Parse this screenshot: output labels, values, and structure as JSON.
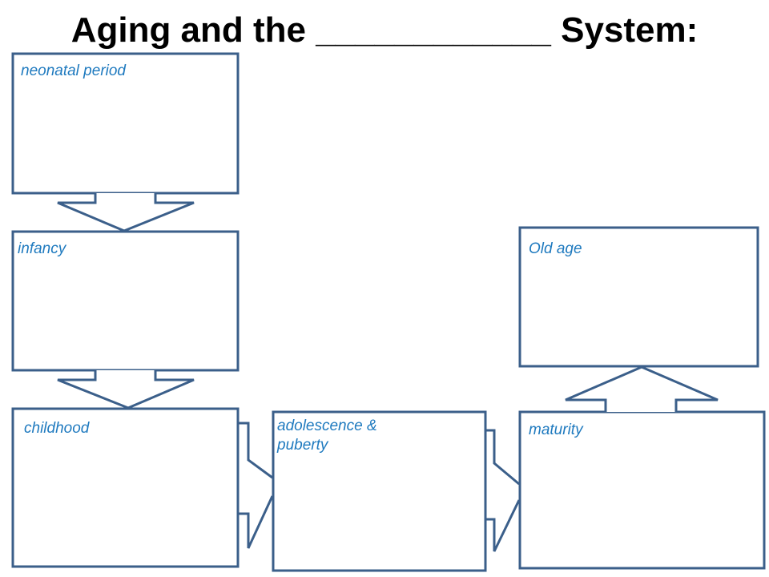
{
  "title": "Aging and the ____________ System:",
  "colors": {
    "box_stroke": "#3b5f8a",
    "label_text": "#1f7abf",
    "title_text": "#000000",
    "background": "#ffffff"
  },
  "stages": [
    {
      "id": "neonatal",
      "label_lines": [
        "neonatal period"
      ]
    },
    {
      "id": "infancy",
      "label_lines": [
        "infancy"
      ]
    },
    {
      "id": "childhood",
      "label_lines": [
        "childhood"
      ]
    },
    {
      "id": "adolescence",
      "label_lines": [
        "adolescence &",
        "puberty"
      ]
    },
    {
      "id": "maturity",
      "label_lines": [
        "maturity"
      ]
    },
    {
      "id": "old-age",
      "label_lines": [
        "Old age"
      ]
    }
  ],
  "connections": [
    {
      "from": "neonatal",
      "to": "infancy",
      "direction": "down"
    },
    {
      "from": "infancy",
      "to": "childhood",
      "direction": "down"
    },
    {
      "from": "childhood",
      "to": "adolescence",
      "direction": "right"
    },
    {
      "from": "adolescence",
      "to": "maturity",
      "direction": "right"
    },
    {
      "from": "maturity",
      "to": "old-age",
      "direction": "up"
    }
  ]
}
